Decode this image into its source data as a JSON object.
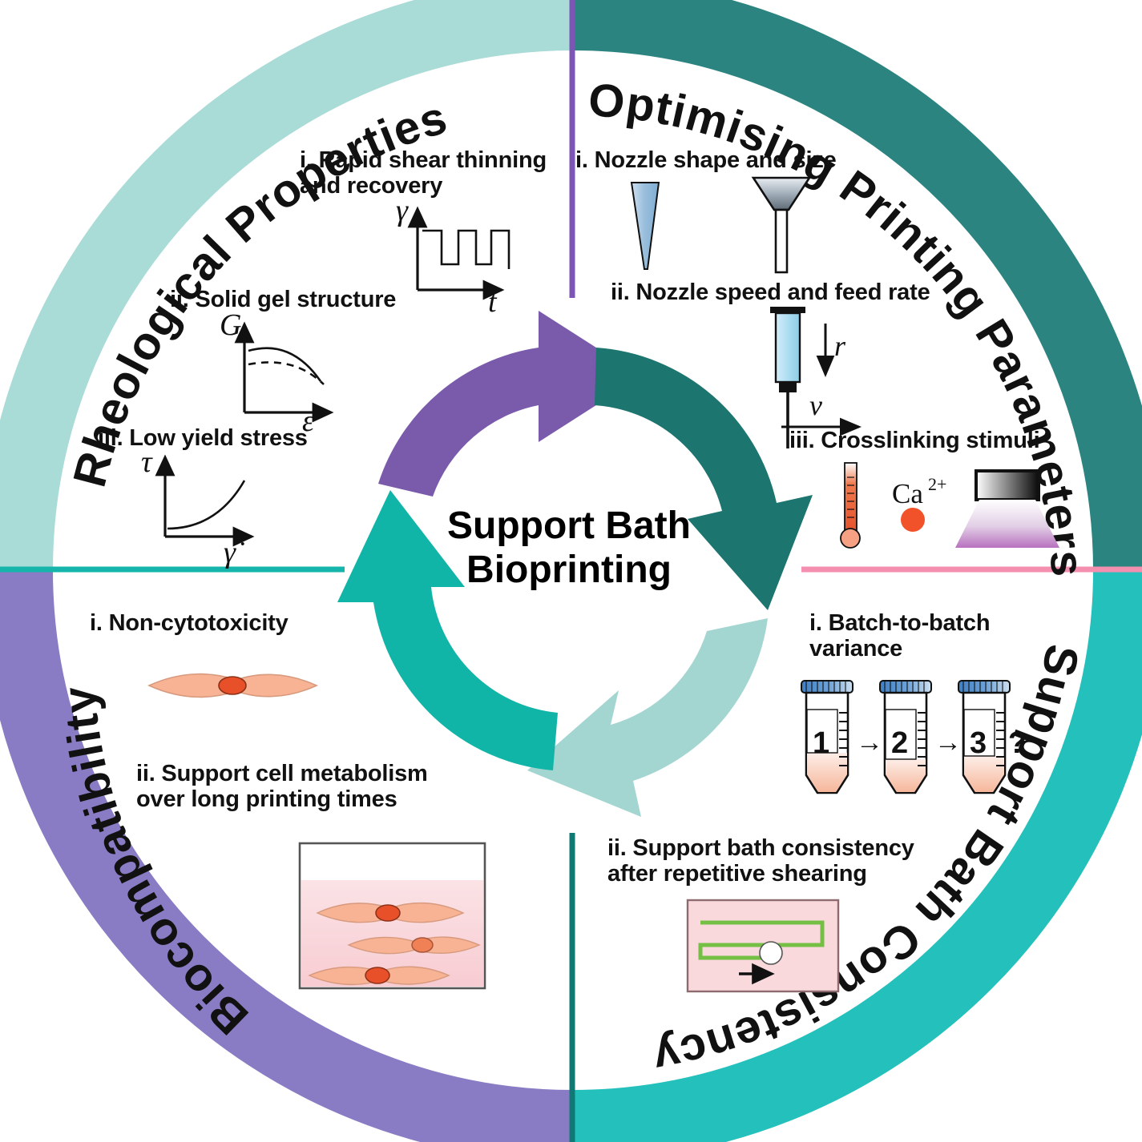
{
  "center": {
    "title_line1": "Support Bath",
    "title_line2": "Bioprinting"
  },
  "colors": {
    "ring_top_left": "#a9dbd7",
    "ring_top_right": "#2b8480",
    "ring_bottom_left": "#8a7cc4",
    "ring_bottom_right": "#24c0bb",
    "divider_top": "#7b56b5",
    "divider_left": "#16b5ab",
    "divider_right": "#f58fb0",
    "divider_bottom": "#0f7a74",
    "arrow_purple": "#7a5aab",
    "arrow_darkteal": "#1d7570",
    "arrow_paleteal": "#a4d6d1",
    "arrow_teal": "#11b5a8",
    "cell_body": "#f7b393",
    "cell_nucleus": "#e8502a",
    "bath_pink": "#fad9dc",
    "tube_liquid": "#f6b79b",
    "syringe_fluid": "#b8e0f2",
    "nozzle_blue": "#8fb8dc",
    "calcium_dot": "#f2522a",
    "shear_green": "#74bf44"
  },
  "quadrants": [
    {
      "id": "rheological-properties",
      "ring_label": "Rheological Properties",
      "ring_color": "#a9dbd7",
      "items": [
        {
          "num": "i.",
          "text": "Rapid shear thinning\nand recovery",
          "icon": "square-wave-plot"
        },
        {
          "num": "ii.",
          "text": "Solid gel structure",
          "icon": "modulus-strain-plot"
        },
        {
          "num": "iii.",
          "text": "Low yield stress",
          "icon": "stress-shearrate-plot"
        }
      ]
    },
    {
      "id": "optimising-printing-parameters",
      "ring_label": "Optimising Printing Parameters",
      "ring_color": "#2b8480",
      "items": [
        {
          "num": "i.",
          "text": "Nozzle shape and size",
          "icon": "nozzle-icons"
        },
        {
          "num": "ii.",
          "text": "Nozzle speed and feed rate",
          "icon": "syringe-icon"
        },
        {
          "num": "iii.",
          "text": "Crosslinking stimuli",
          "icon": "stimuli-icons"
        }
      ]
    },
    {
      "id": "biocompatibility",
      "ring_label": "Biocompatibility",
      "ring_color": "#8a7cc4",
      "items": [
        {
          "num": "i.",
          "text": "Non-cytotoxicity",
          "icon": "single-cell-icon"
        },
        {
          "num": "ii.",
          "text": "Support cell metabolism\nover long printing times",
          "icon": "cells-in-bath-icon"
        }
      ]
    },
    {
      "id": "support-bath-consistency",
      "ring_label": "Support Bath Consistency",
      "ring_color": "#24c0bb",
      "items": [
        {
          "num": "i.",
          "text": "Batch-to-batch\nvariance",
          "icon": "tubes-icon"
        },
        {
          "num": "ii.",
          "text": "Support bath consistency\nafter repetitive shearing",
          "icon": "shear-path-icon"
        }
      ]
    }
  ],
  "labels": {
    "rheo_i_l1": "i. Rapid shear thinning",
    "rheo_i_l2": "and recovery",
    "rheo_ii": "ii. Solid gel structure",
    "rheo_iii": "iii. Low yield stress",
    "print_i": "i. Nozzle shape and size",
    "print_ii": "ii. Nozzle speed and feed rate",
    "print_iii": "iii. Crosslinking stimuli",
    "bio_i": "i. Non-cytotoxicity",
    "bio_ii_l1": "ii. Support cell metabolism",
    "bio_ii_l2": "over long printing times",
    "cons_i_l1": "i. Batch-to-batch",
    "cons_i_l2": "variance",
    "cons_ii_l1": "ii. Support bath consistency",
    "cons_ii_l2": "after repetitive shearing"
  },
  "axis_labels": {
    "shear_y": "γ",
    "shear_x": "t",
    "gel_y": "G",
    "gel_x": "ε",
    "yield_y": "τ",
    "yield_x": "γ̇",
    "feed_rate": "r",
    "velocity": "v",
    "calcium": "Ca",
    "calcium_charge": "2+"
  },
  "tubes": {
    "t1": "1",
    "t2": "2",
    "t3": "3",
    "question": "?",
    "arrow": "→"
  }
}
